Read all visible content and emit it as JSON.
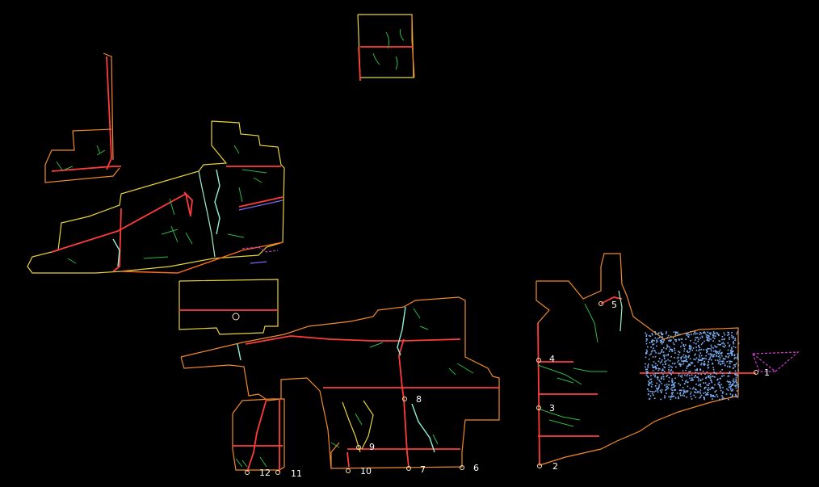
{
  "map": {
    "background": "#000000",
    "colors": {
      "boundary_orange": "#f08a2a",
      "boundary_yellow": "#e8d23a",
      "boundary_cyan": "#9ef0c8",
      "road_red": "#ff3b3b",
      "road_orange": "#ff6a1a",
      "stream_green": "#2fb84a",
      "water_cyan": "#8ff0d8",
      "marker_magenta": "#d23ad2",
      "points_blue": "#7fb7ff"
    },
    "outlets": [
      {
        "id": "1",
        "label": "1"
      },
      {
        "id": "2",
        "label": "2"
      },
      {
        "id": "3",
        "label": "3"
      },
      {
        "id": "4",
        "label": "4"
      },
      {
        "id": "5",
        "label": "5"
      },
      {
        "id": "6",
        "label": "6"
      },
      {
        "id": "7",
        "label": "7"
      },
      {
        "id": "8",
        "label": "8"
      },
      {
        "id": "9",
        "label": "9"
      },
      {
        "id": "10",
        "label": "10"
      },
      {
        "id": "11",
        "label": "11"
      },
      {
        "id": "12",
        "label": "12"
      }
    ]
  }
}
